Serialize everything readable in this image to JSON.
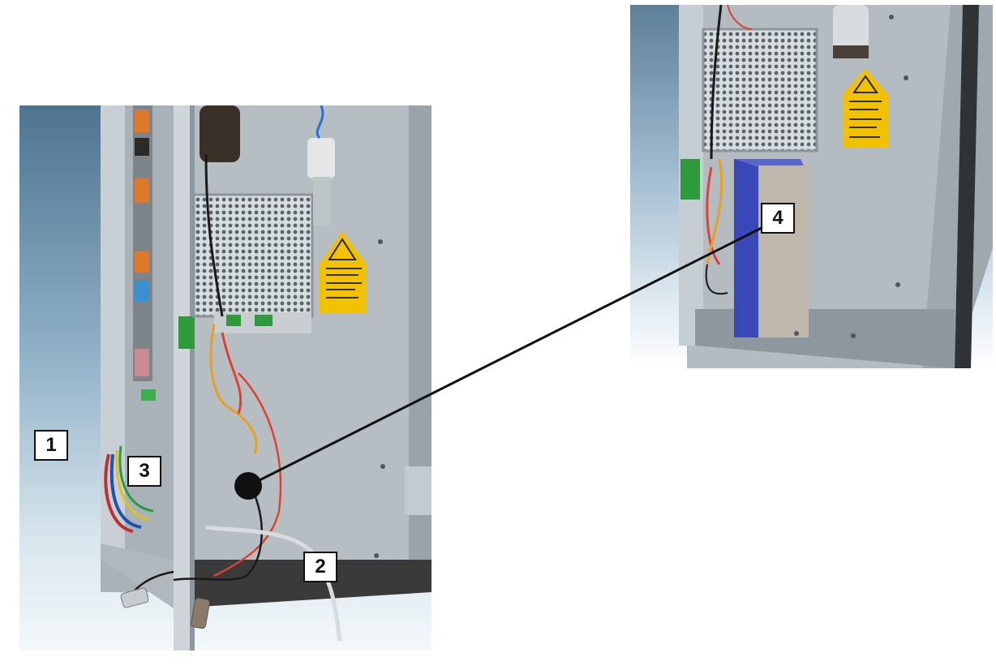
{
  "callouts": {
    "c1": "1",
    "c2": "2",
    "c3": "3",
    "c4": "4"
  },
  "colors": {
    "leader_line": "#111111",
    "leader_dot": "#111111",
    "callout_border": "#111111",
    "callout_fill": "#ffffff",
    "warning_label": "#f2c200"
  },
  "images": {
    "left": "open-cabinet-interior-photo",
    "right": "cabinet-interior-detail-photo"
  }
}
